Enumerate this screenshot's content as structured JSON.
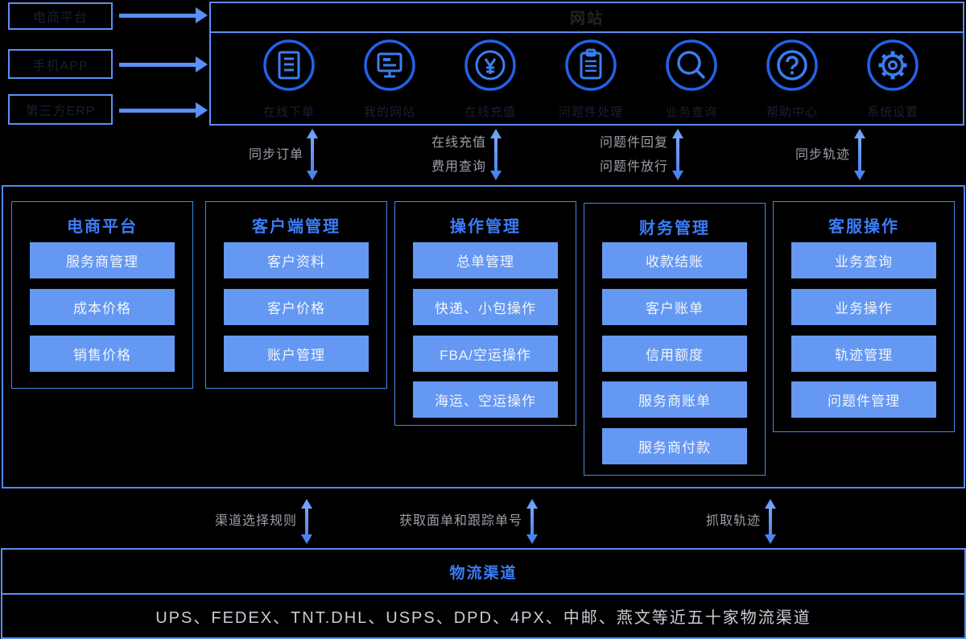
{
  "sources": [
    {
      "label": "电商平台"
    },
    {
      "label": "手机APP"
    },
    {
      "label": "第三方ERP"
    }
  ],
  "website": {
    "title": "网站",
    "features": [
      {
        "icon": "order-icon",
        "label": "在线下单"
      },
      {
        "icon": "monitor-icon",
        "label": "我的网站"
      },
      {
        "icon": "recharge-icon",
        "label": "在线充值"
      },
      {
        "icon": "problem-icon",
        "label": "问题件处理"
      },
      {
        "icon": "search-icon",
        "label": "业务查询"
      },
      {
        "icon": "help-icon",
        "label": "帮助中心"
      },
      {
        "icon": "settings-icon",
        "label": "系统设置"
      }
    ]
  },
  "arrows_top": [
    {
      "lines": [
        "同步订单"
      ]
    },
    {
      "lines": [
        "在线充值",
        "费用查询"
      ]
    },
    {
      "lines": [
        "问题件回复",
        "问题件放行"
      ]
    },
    {
      "lines": [
        "同步轨迹"
      ]
    }
  ],
  "system": {
    "columns": [
      {
        "title": "电商平台",
        "items": [
          "服务商管理",
          "成本价格",
          "销售价格"
        ]
      },
      {
        "title": "客户端管理",
        "items": [
          "客户资料",
          "客户价格",
          "账户管理"
        ]
      },
      {
        "title": "操作管理",
        "items": [
          "总单管理",
          "快递、小包操作",
          "FBA/空运操作",
          "海运、空运操作"
        ]
      },
      {
        "title": "财务管理",
        "items": [
          "收款结账",
          "客户账单",
          "信用额度",
          "服务商账单",
          "服务商付款"
        ]
      },
      {
        "title": "客服操作",
        "items": [
          "业务查询",
          "业务操作",
          "轨迹管理",
          "问题件管理"
        ]
      }
    ]
  },
  "arrows_bottom": [
    {
      "lines": [
        "渠道选择规则"
      ]
    },
    {
      "lines": [
        "获取面单和跟踪单号"
      ]
    },
    {
      "lines": [
        "抓取轨迹"
      ]
    }
  ],
  "channels": {
    "title": "物流渠道",
    "list": "UPS、FEDEX、TNT.DHL、USPS、DPD、4PX、中邮、燕文等近五十家物流渠道"
  },
  "colors": {
    "accent_blue": "#5b8ff9",
    "button_blue": "#6498f2",
    "header_blue": "#3c7cf6",
    "label_gray": "#9b9fa8",
    "list_gray": "#c9ccd4",
    "background": "#000000"
  }
}
